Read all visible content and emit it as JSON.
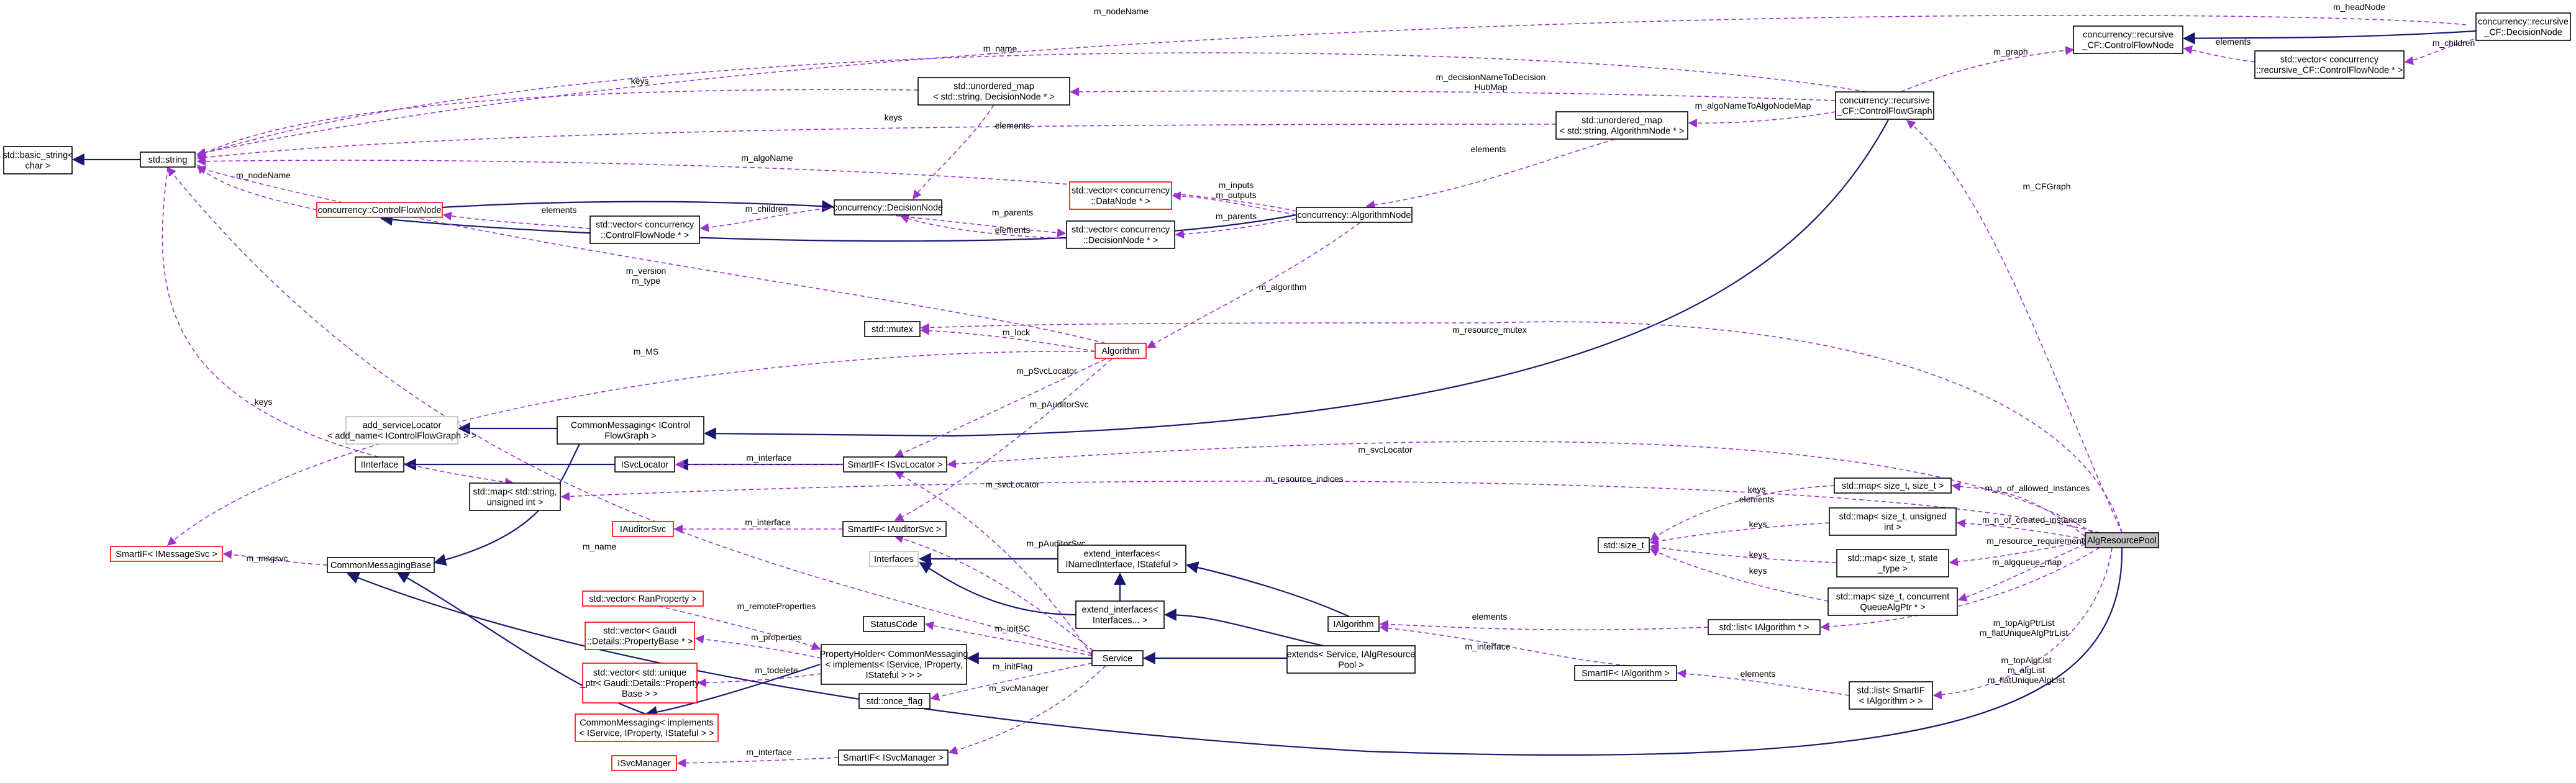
{
  "colors": {
    "inherit_edge": "#191970",
    "usage_edge": "#9a32cd",
    "highlight_fill": "#bfbfbf",
    "missing_doc_border": "#ff0000",
    "external_border": "#bfbfbf"
  },
  "nodes": {
    "basic_string": [
      "std::basic_string<",
      "char >"
    ],
    "string": [
      "std::string"
    ],
    "unordered_map_decision": [
      "std::unordered_map",
      "< std::string, DecisionNode * >"
    ],
    "unordered_map_algorithm": [
      "std::unordered_map",
      "< std::string, AlgorithmNode * >"
    ],
    "control_flow_node": [
      "concurrency::ControlFlowNode"
    ],
    "vector_cfn": [
      "std::vector< concurrency",
      "::ControlFlowNode * >"
    ],
    "decision_node": [
      "concurrency::DecisionNode"
    ],
    "vector_data_node": [
      "std::vector< concurrency",
      "::DataNode * >"
    ],
    "vector_decision_node": [
      "std::vector< concurrency",
      "::DecisionNode * >"
    ],
    "algorithm_node": [
      "concurrency::AlgorithmNode"
    ],
    "recursive_cfg": [
      "concurrency::recursive",
      "_CF::ControlFlowGraph"
    ],
    "recursive_cfn": [
      "concurrency::recursive",
      "_CF::ControlFlowNode"
    ],
    "vector_recursive_cfn": [
      "std::vector< concurrency",
      "::recursive_CF::ControlFlowNode * >"
    ],
    "recursive_decision_node": [
      "concurrency::recursive",
      "_CF::DecisionNode"
    ],
    "mutex": [
      "std::mutex"
    ],
    "algorithm": [
      "Algorithm"
    ],
    "add_service_locator": [
      "add_serviceLocator",
      "< add_name< IControlFlowGraph > >"
    ],
    "common_messaging_icfg": [
      "CommonMessaging< IControl",
      "FlowGraph >"
    ],
    "iinterface": [
      "IInterface"
    ],
    "isvc_locator": [
      "ISvcLocator"
    ],
    "smartif_isvclocator": [
      "SmartIF< ISvcLocator >"
    ],
    "map_string_uint": [
      "std::map< std::string,",
      "unsigned int >"
    ],
    "iauditor_svc": [
      "IAuditorSvc"
    ],
    "smartif_iauditorsvc": [
      "SmartIF< IAuditorSvc >"
    ],
    "smartif_imessagesvc": [
      "SmartIF< IMessageSvc >"
    ],
    "common_messaging_base": [
      "CommonMessagingBase"
    ],
    "interfaces": [
      "Interfaces"
    ],
    "extend_interfaces_named": [
      "extend_interfaces<",
      "INamedInterface, IStateful >"
    ],
    "extend_interfaces_dots": [
      "extend_interfaces<",
      "Interfaces... >"
    ],
    "vector_ranproperty": [
      "std::vector< RanProperty >"
    ],
    "status_code": [
      "StatusCode"
    ],
    "vector_property_base": [
      "std::vector< Gaudi",
      "::Details::PropertyBase * >"
    ],
    "property_holder": [
      "PropertyHolder< CommonMessaging",
      "< implements< IService, IProperty,",
      "IStateful > > >"
    ],
    "service": [
      "Service"
    ],
    "vector_unique_ptr": [
      "std::vector< std::unique",
      "_ptr< Gaudi::Details::Property",
      "Base > >"
    ],
    "once_flag": [
      "std::once_flag"
    ],
    "common_messaging_implements": [
      "CommonMessaging< implements",
      "< IService, IProperty, IStateful > >"
    ],
    "isvc_manager": [
      "ISvcManager"
    ],
    "smartif_isvcmanager": [
      "SmartIF< ISvcManager >"
    ],
    "ialgorithm": [
      "IAlgorithm"
    ],
    "extends_service": [
      "extends< Service, IAlgResource",
      "Pool >"
    ],
    "list_ialgorithm": [
      "std::list< IAlgorithm * >"
    ],
    "smartif_ialgorithm": [
      "SmartIF< IAlgorithm >"
    ],
    "list_smartif": [
      "std::list< SmartIF",
      "< IAlgorithm > >"
    ],
    "size_t": [
      "std::size_t"
    ],
    "map_size_t_size_t": [
      "std::map< size_t, size_t >"
    ],
    "map_size_t_uint": [
      "std::map< size_t, unsigned",
      "int >"
    ],
    "map_size_t_state": [
      "std::map< size_t, state",
      "_type >"
    ],
    "map_size_t_queue": [
      "std::map< size_t, concurrent",
      "QueueAlgPtr * >"
    ],
    "alg_resource_pool": [
      "AlgResourcePool"
    ]
  },
  "edge_labels": {
    "m_headNode": "m_headNode",
    "m_nodeName_top": "m_nodeName",
    "m_children_top": "m_children",
    "elements_top": "elements",
    "m_name": "m_name",
    "m_graph": "m_graph",
    "keys_top": "keys",
    "m_decisionNameToDecisionHubMap": [
      "m_decisionNameToDecision",
      "HubMap"
    ],
    "m_algoNameToAlgoNodeMap": "m_algoNameToAlgoNodeMap",
    "keys_mid": "keys",
    "elements_udm": "elements",
    "elements_uam": "elements",
    "m_nodeName_cfn": "m_nodeName",
    "m_algoName": "m_algoName",
    "m_children_cfn": "m_children",
    "elements_cfn": "elements",
    "m_inputs_outputs": [
      "m_inputs",
      "m_outputs"
    ],
    "m_parents_dn": "m_parents",
    "m_parents_an": "m_parents",
    "elements_vdn": "elements",
    "m_CFGraph": "m_CFGraph",
    "m_version_type": [
      "m_version",
      "m_type"
    ],
    "m_algorithm": "m_algorithm",
    "m_resource_mutex": "m_resource_mutex",
    "m_lock": "m_lock",
    "m_MS": "m_MS",
    "m_pSvcLocator": "m_pSvcLocator",
    "keys_left": "keys",
    "m_pAuditorSvc_alg": "m_pAuditorSvc",
    "m_interface_isl": "m_interface",
    "m_svcLocator_pool": "m_svcLocator",
    "m_resource_indices": "m_resource_indices",
    "m_svcLocator_svc": "m_svcLocator",
    "keys_elements": [
      "keys",
      "elements"
    ],
    "m_n_of_allowed_instances": "m_n_of_allowed_instances",
    "m_interface_ias": "m_interface",
    "m_pAuditorSvc_svc": "m_pAuditorSvc",
    "keys_uint": "keys",
    "m_n_of_created_instances": "m_n_of_created_instances",
    "m_name_svc": "m_name",
    "m_msgsvc": "m_msgsvc",
    "m_resource_requirements": "m_resource_requirements",
    "keys_state": "keys",
    "m_algqueue_map": "m_algqueue_map",
    "keys_queue": "keys",
    "m_remoteProperties": "m_remoteProperties",
    "m_initSC": "m_initSC",
    "elements_list": "elements",
    "m_topAlgPtrList": [
      "m_topAlgPtrList",
      "m_flatUniqueAlgPtrList"
    ],
    "m_properties": "m_properties",
    "m_initFlag": "m_initFlag",
    "m_interface_ialg": "m_interface",
    "m_todelete": "m_todelete",
    "m_svcManager": "m_svcManager",
    "elements_smartif": "elements",
    "m_topAlgList": [
      "m_topAlgList",
      "m_algList",
      "m_flatUniqueAlgList"
    ],
    "m_interface_ism": "m_interface"
  }
}
